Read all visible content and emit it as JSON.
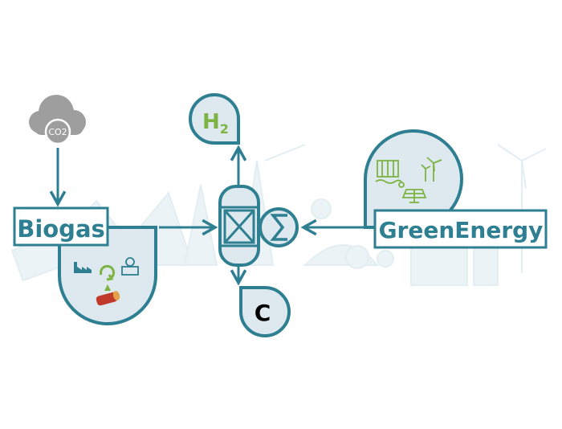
{
  "colors": {
    "primary": "#2e7f91",
    "fill": "#dde9ee",
    "green": "#7cb342",
    "grey": "#9e9e9e",
    "watermark": "#e8f1f4"
  },
  "nodes": {
    "co2": {
      "label": "CO2",
      "icon": "cloud-icon"
    },
    "biogas": {
      "label": "Biogas",
      "icons": [
        "factory-icon",
        "recycle-icon",
        "compressor-icon",
        "biomass-log-icon"
      ]
    },
    "reactor": {
      "icon": "reactor-heat-exchanger-icon"
    },
    "h2": {
      "label": "H",
      "subscript": "2"
    },
    "carbon": {
      "label": "C"
    },
    "green_energy": {
      "label": "GreenEnergy",
      "icons": [
        "hydro-dam-icon",
        "wind-turbine-icon",
        "solar-panel-icon"
      ]
    }
  },
  "edges": [
    {
      "from": "co2",
      "to": "biogas"
    },
    {
      "from": "biogas",
      "to": "reactor"
    },
    {
      "from": "green_energy",
      "to": "reactor"
    },
    {
      "from": "reactor",
      "to": "h2"
    },
    {
      "from": "reactor",
      "to": "carbon"
    }
  ]
}
